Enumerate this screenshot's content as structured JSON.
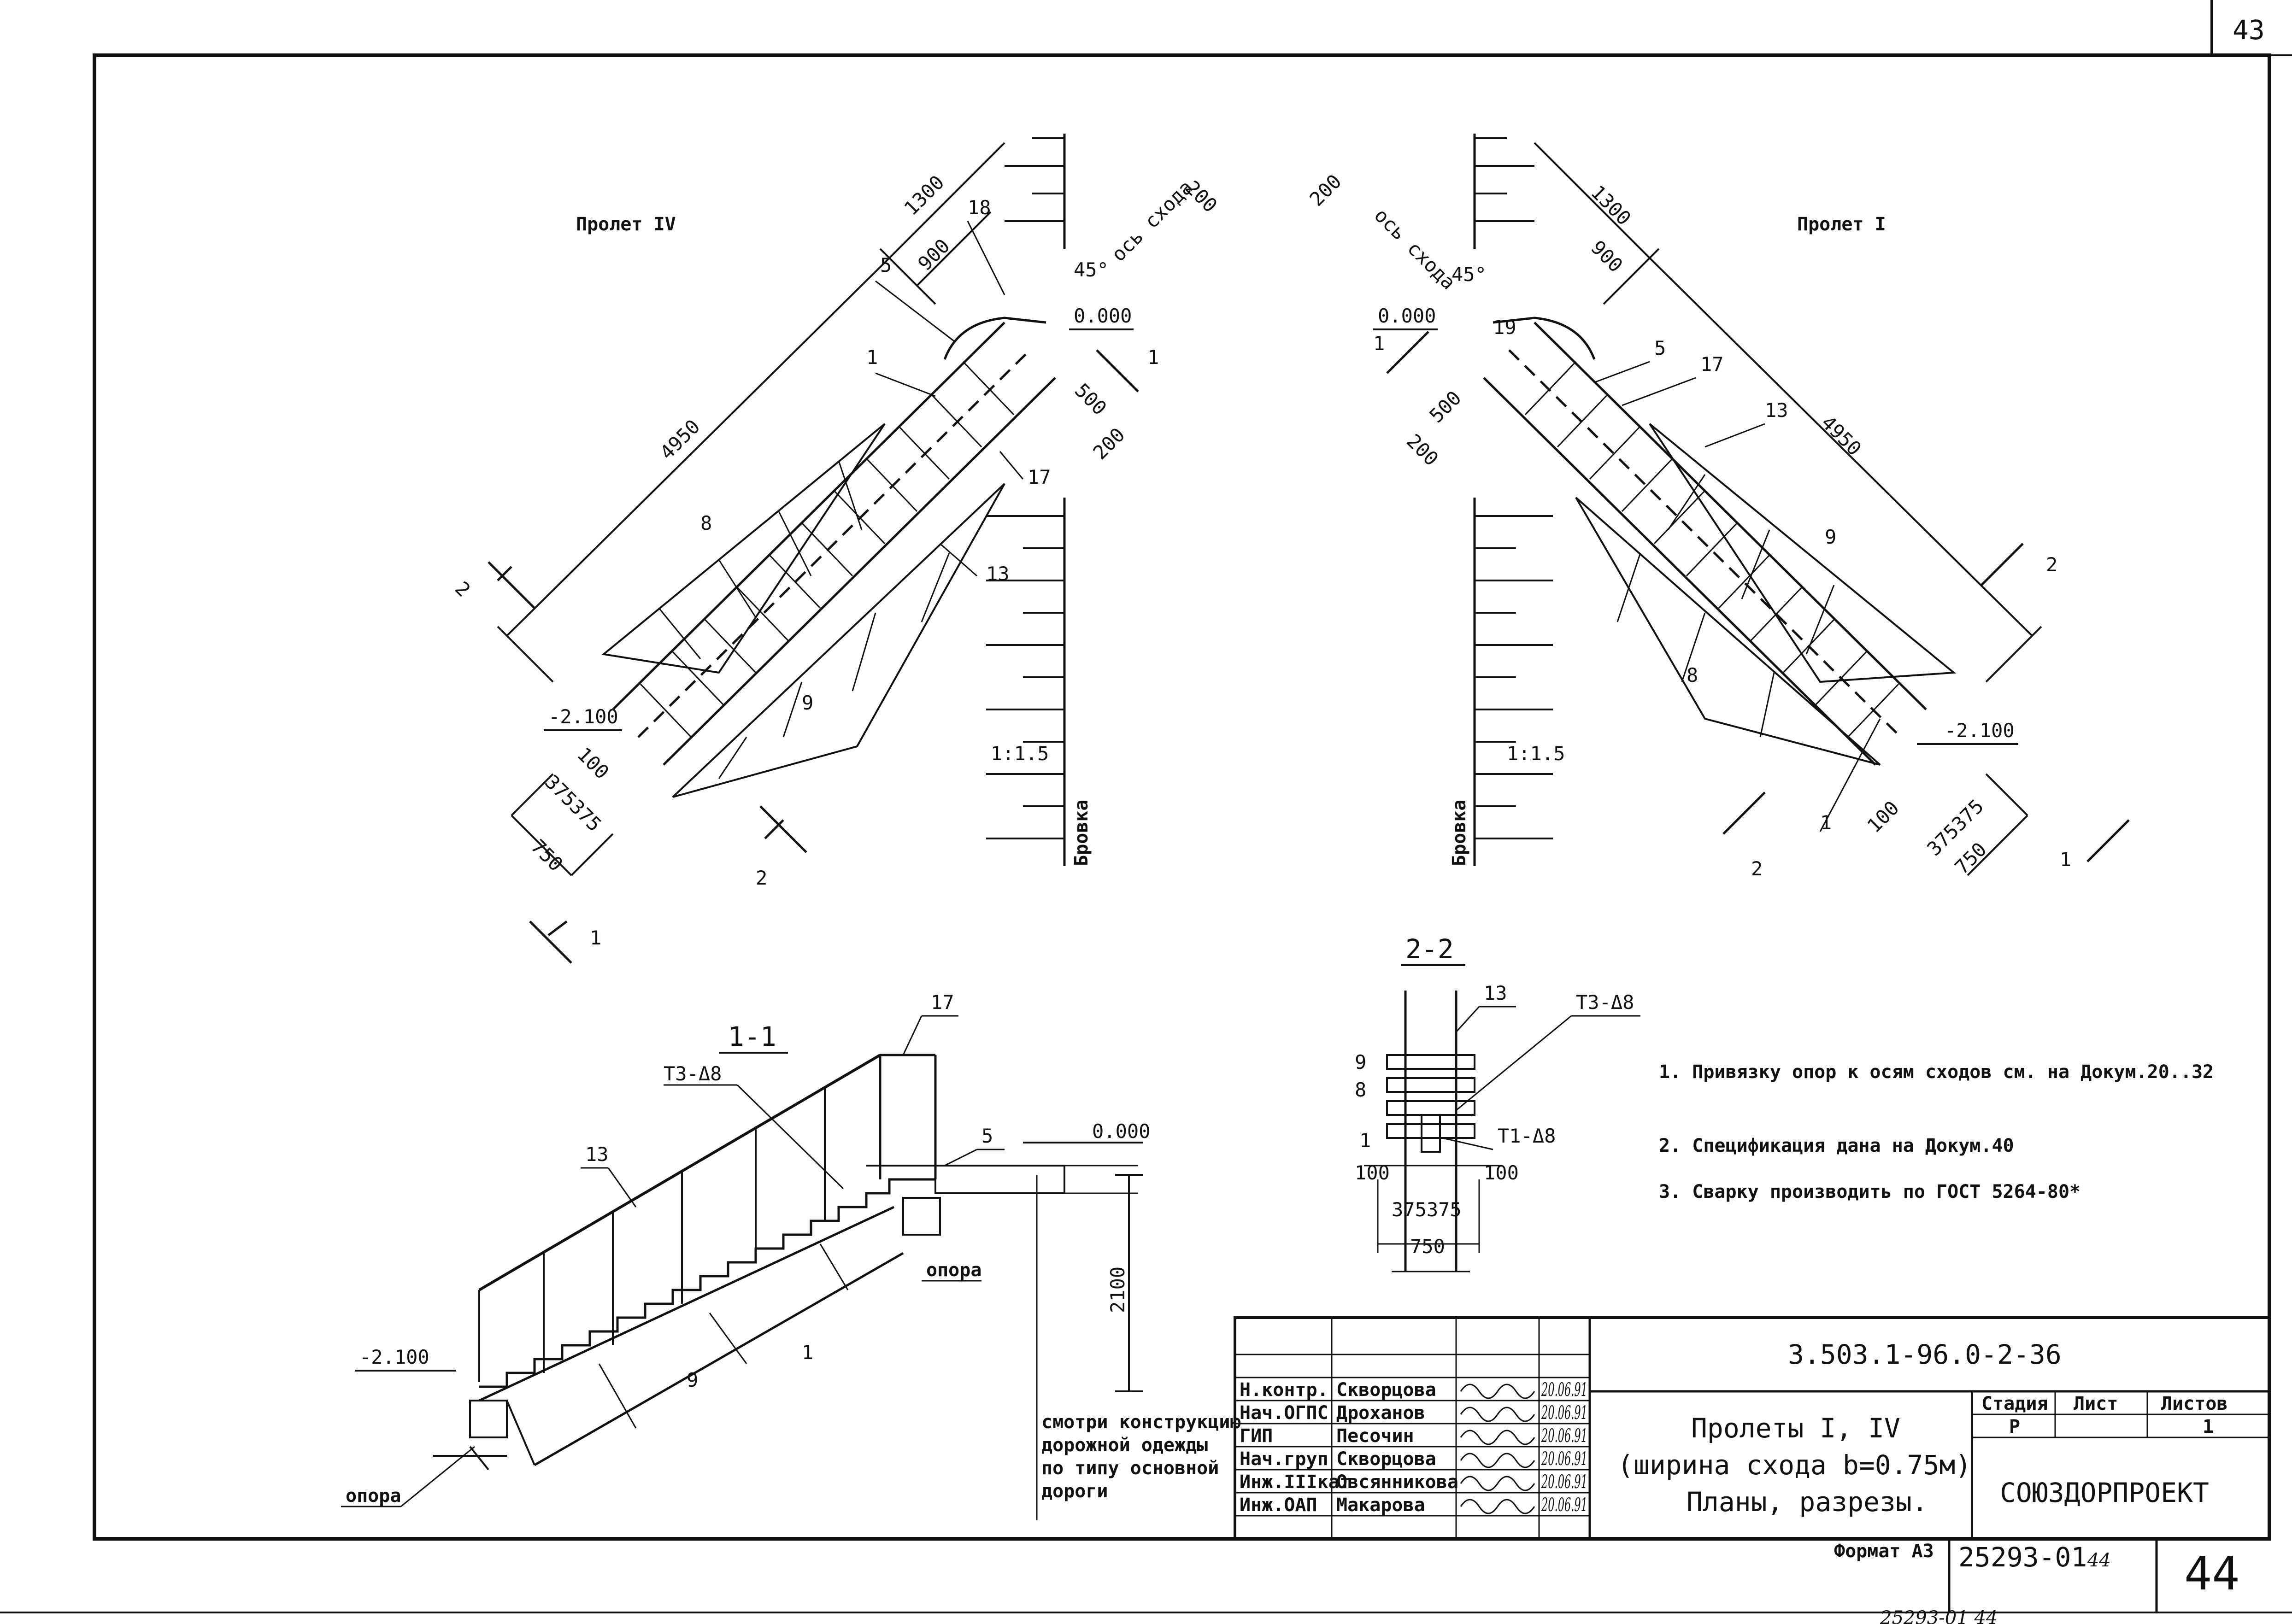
{
  "sheet_top_number": "43",
  "sheet_bottom_number": "44",
  "bottom_handwritten": "25293-01 44",
  "span_titles": {
    "left": "Пролет IV",
    "right": "Пролет I"
  },
  "plan_dims": {
    "d1300": "1300",
    "d900": "900",
    "d4950": "4950",
    "d500": "500",
    "d200": "200",
    "d750": "750",
    "d375": "375375",
    "d100": "100",
    "d18": "18",
    "d19": "19"
  },
  "levels": {
    "top": "0.000",
    "bottom": "-2.100"
  },
  "axis_label": "ось схода",
  "angle_label": "45°",
  "slope_label": "1:1.5",
  "brovka": "Бровка",
  "callouts": [
    "1",
    "5",
    "8",
    "9",
    "13",
    "17"
  ],
  "section_marks": {
    "s1": "1",
    "s2": "2"
  },
  "section_1_1": {
    "title": "1-1",
    "t3": "Т3-Δ8",
    "opora": "опора",
    "height": "2100",
    "level_top": "0.000",
    "level_bottom": "-2.100",
    "note": [
      "смотри конструкцию",
      "дорожной одежды",
      "по типу основной",
      "дороги"
    ]
  },
  "section_2_2": {
    "title": "2-2",
    "t3": "Т3-Δ8",
    "t1": "Т1-Δ8",
    "dims": [
      "100",
      "100",
      "375375",
      "750"
    ],
    "callouts": [
      "9",
      "8",
      "1",
      "13"
    ]
  },
  "notes": [
    "1. Привязку опор к осям сходов см. на Докум.20..32",
    "2. Спецификация дана на Докум.40",
    "3. Сварку производить по ГОСТ 5264-80*"
  ],
  "title_block": {
    "code": "3.503.1-96.0-2-36",
    "title_lines": [
      "Пролеты I, IV",
      "(ширина схода b=0.75м)",
      "Планы, разрезы."
    ],
    "stage_head": "Стадия",
    "sheet_head": "Лист",
    "sheets_head": "Листов",
    "stage": "Р",
    "sheets": "1",
    "org": "СОЮЗДОРПРОЕКТ",
    "format": "Формат А3",
    "inv": "25293-01",
    "inv_hand": "44",
    "people": [
      {
        "role": "Н.контр.",
        "name": "Скворцова",
        "date": "20.06.91"
      },
      {
        "role": "Нач.ОГПС",
        "name": "Дроханов",
        "date": "20.06.91"
      },
      {
        "role": "ГИП",
        "name": "Песочин",
        "date": "20.06.91"
      },
      {
        "role": "Нач.груп",
        "name": "Скворцова",
        "date": "20.06.91"
      },
      {
        "role": "Инж.IIIкат",
        "name": "Овсянникова",
        "date": "20.06.91"
      },
      {
        "role": "Инж.ОАП",
        "name": "Макарова",
        "date": "20.06.91"
      }
    ]
  }
}
